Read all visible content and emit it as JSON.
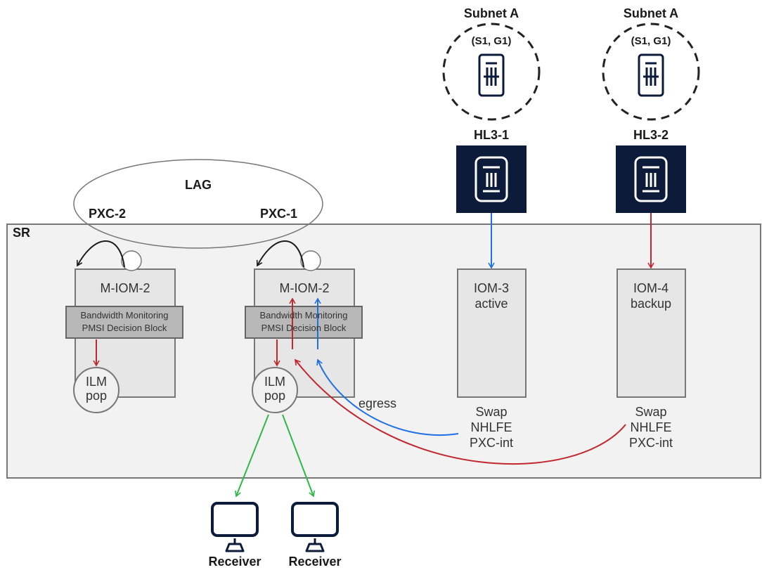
{
  "router": {
    "label": "SR"
  },
  "lag": {
    "label": "LAG",
    "ports": [
      "PXC-2",
      "PXC-1"
    ]
  },
  "subnets": [
    {
      "label": "Subnet A",
      "group": "(S1, G1)"
    },
    {
      "label": "Subnet A",
      "group": "(S1, G1)"
    }
  ],
  "hosts": [
    "HL3-1",
    "HL3-2"
  ],
  "cards": [
    {
      "title": "M-IOM-2",
      "block_line1": "Bandwidth Monitoring",
      "block_line2": "PMSI Decision Block",
      "ilm_line1": "ILM",
      "ilm_line2": "pop"
    },
    {
      "title": "M-IOM-2",
      "block_line1": "Bandwidth Monitoring",
      "block_line2": "PMSI Decision Block",
      "ilm_line1": "ILM",
      "ilm_line2": "pop"
    },
    {
      "title_line1": "IOM-3",
      "title_line2": "active",
      "note_line1": "Swap",
      "note_line2": "NHLFE",
      "note_line3": "PXC-int"
    },
    {
      "title_line1": "IOM-4",
      "title_line2": "backup",
      "note_line1": "Swap",
      "note_line2": "NHLFE",
      "note_line3": "PXC-int"
    }
  ],
  "egress_label": "egress",
  "receivers": [
    "Receiver",
    "Receiver"
  ],
  "colors": {
    "blue_path": "#1f6fe5",
    "red_path": "#c0282d",
    "green_path": "#2db84a",
    "host_fill": "#0d1b3a"
  }
}
